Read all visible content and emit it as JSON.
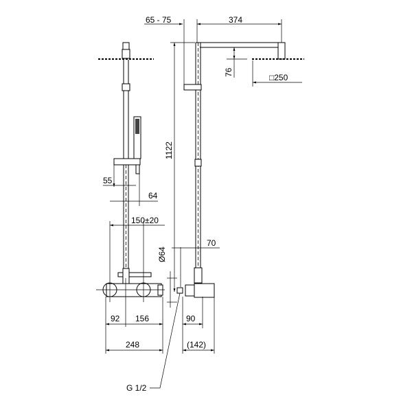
{
  "dimensions": {
    "wall_distance": "65 - 75",
    "arm_length": "374",
    "head_drop": "76",
    "head_size": "□250",
    "total_height": "1122",
    "holder_offset": "55",
    "hand_shower_offset": "64",
    "inlet_spacing": "150±20",
    "flange_diameter": "Ø64",
    "bar_offset": "70",
    "left_body": "92",
    "right_body": "156",
    "mixer_width": "248",
    "mixer_depth": "90",
    "total_depth": "(142)",
    "connection": "G 1/2"
  }
}
